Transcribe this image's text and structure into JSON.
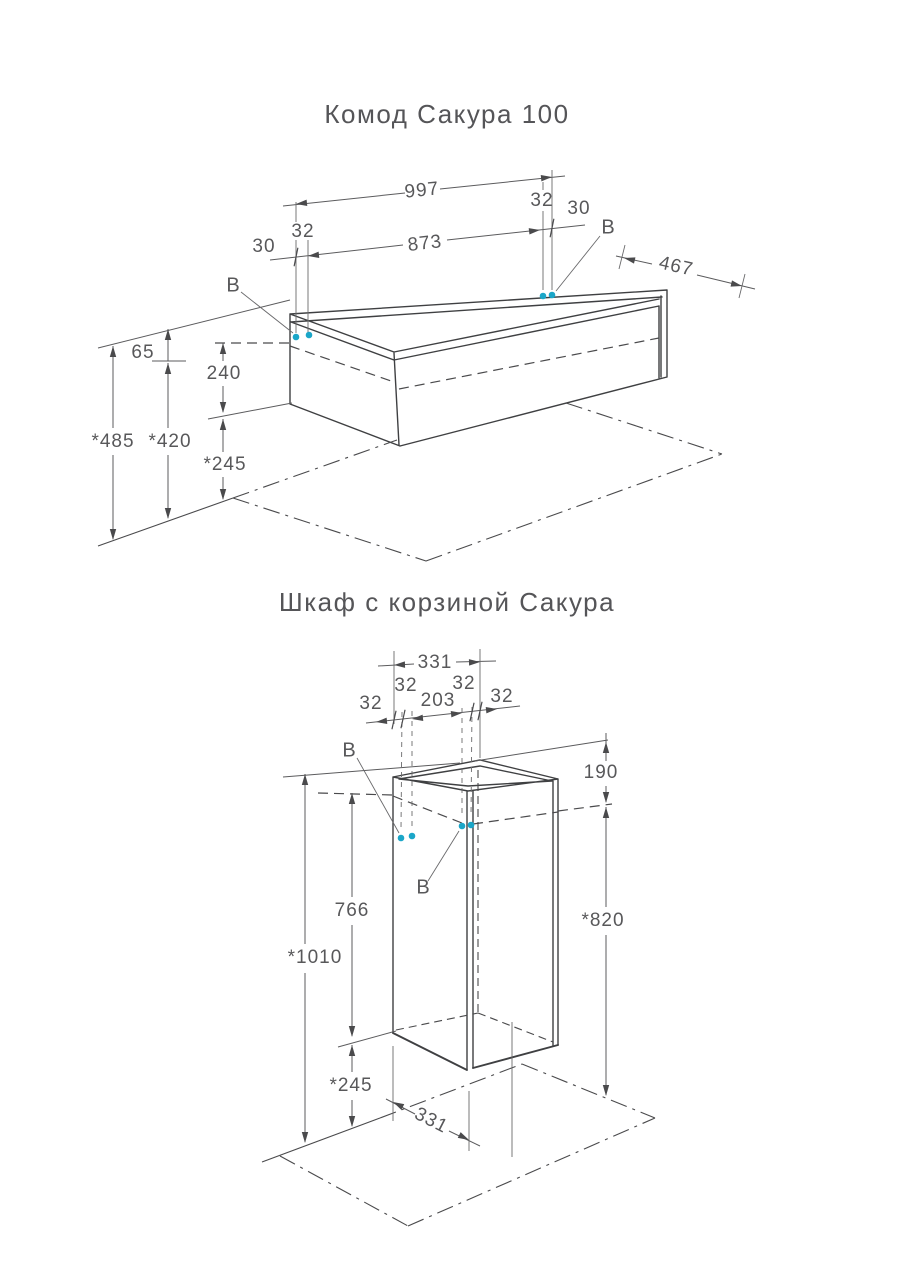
{
  "colors": {
    "accent": "#1ba6c8",
    "line": "#3f4042",
    "dim_text": "#58585a"
  },
  "drawing1": {
    "title": "Комод Сакура 100",
    "dims": {
      "total_width": "997",
      "mount_span": "873",
      "left_offset": "30",
      "right_offset": "30",
      "left_inset": "32",
      "right_inset": "32",
      "depth": "467",
      "top_to_line": "65",
      "body_height": "240",
      "height_full": "*485",
      "height_mid": "*420",
      "floor_gap": "*245",
      "marker_left": "B",
      "marker_right": "B"
    }
  },
  "drawing2": {
    "title": "Шкаф с корзиной Сакура",
    "dims": {
      "total_width": "331",
      "mount_span": "203",
      "far_left": "32",
      "inner_left": "32",
      "inner_right": "32",
      "far_right": "32",
      "top_depth": "190",
      "door_height": "766",
      "mount_height": "*820",
      "total_height": "*1010",
      "floor_gap": "*245",
      "floor_width": "331",
      "marker_top": "B",
      "marker_front": "B"
    }
  }
}
